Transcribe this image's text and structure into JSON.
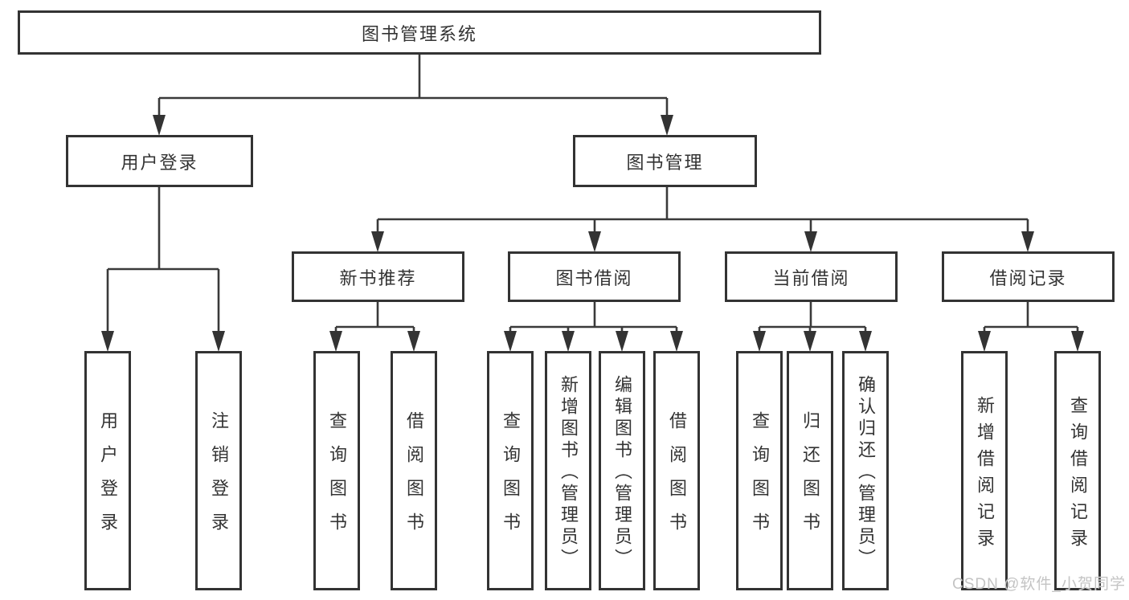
{
  "page": {
    "background": "#ffffff",
    "line_color": "#3a3a3a",
    "box_border_color": "#333333",
    "text_color": "#333333",
    "watermark_color": "#c4c4c4"
  },
  "diagram": {
    "root": {
      "label": "图书管理系统"
    },
    "branches": {
      "user_login": {
        "label": "用户登录"
      },
      "book_management": {
        "label": "图书管理"
      },
      "new_book_recommend": {
        "label": "新书推荐"
      },
      "book_borrow": {
        "label": "图书借阅"
      },
      "current_borrow": {
        "label": "当前借阅"
      },
      "borrow_records": {
        "label": "借阅记录"
      }
    },
    "leaves": {
      "user_login": {
        "label": "用户登录"
      },
      "logout": {
        "label": "注销登录"
      },
      "nb_query_books": {
        "label": "查询图书"
      },
      "nb_borrow_books": {
        "label": "借阅图书"
      },
      "bb_query_books": {
        "label": "查询图书"
      },
      "bb_add_books": {
        "label": "新增图书（管理员）"
      },
      "bb_edit_books": {
        "label": "编辑图书（管理员）"
      },
      "bb_borrow_books": {
        "label": "借阅图书"
      },
      "cb_query_books": {
        "label": "查询图书"
      },
      "cb_return_books": {
        "label": "归还图书"
      },
      "cb_confirm_return": {
        "label": "确认归还（管理员）"
      },
      "br_add_record": {
        "label": "新增借阅记录"
      },
      "br_query_record": {
        "label": "查询借阅记录"
      }
    },
    "watermark": "CSDN @软件_小贺同学"
  }
}
